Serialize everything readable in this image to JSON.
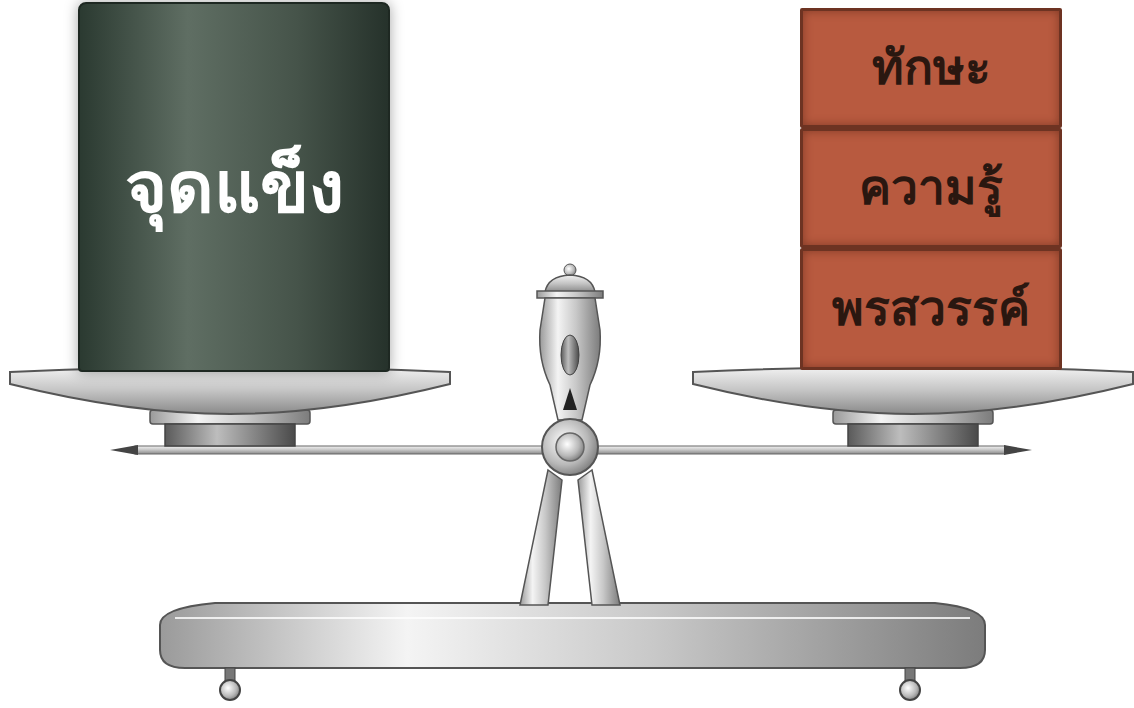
{
  "diagram": {
    "nodes": [
      {
        "text": [
          "จุดแข็ง"
        ]
      },
      {
        "text": [
          "ทักษะ"
        ]
      },
      {
        "text": [
          "ความรู้"
        ]
      },
      {
        "text": [
          "พรสวรรค์"
        ]
      }
    ]
  }
}
